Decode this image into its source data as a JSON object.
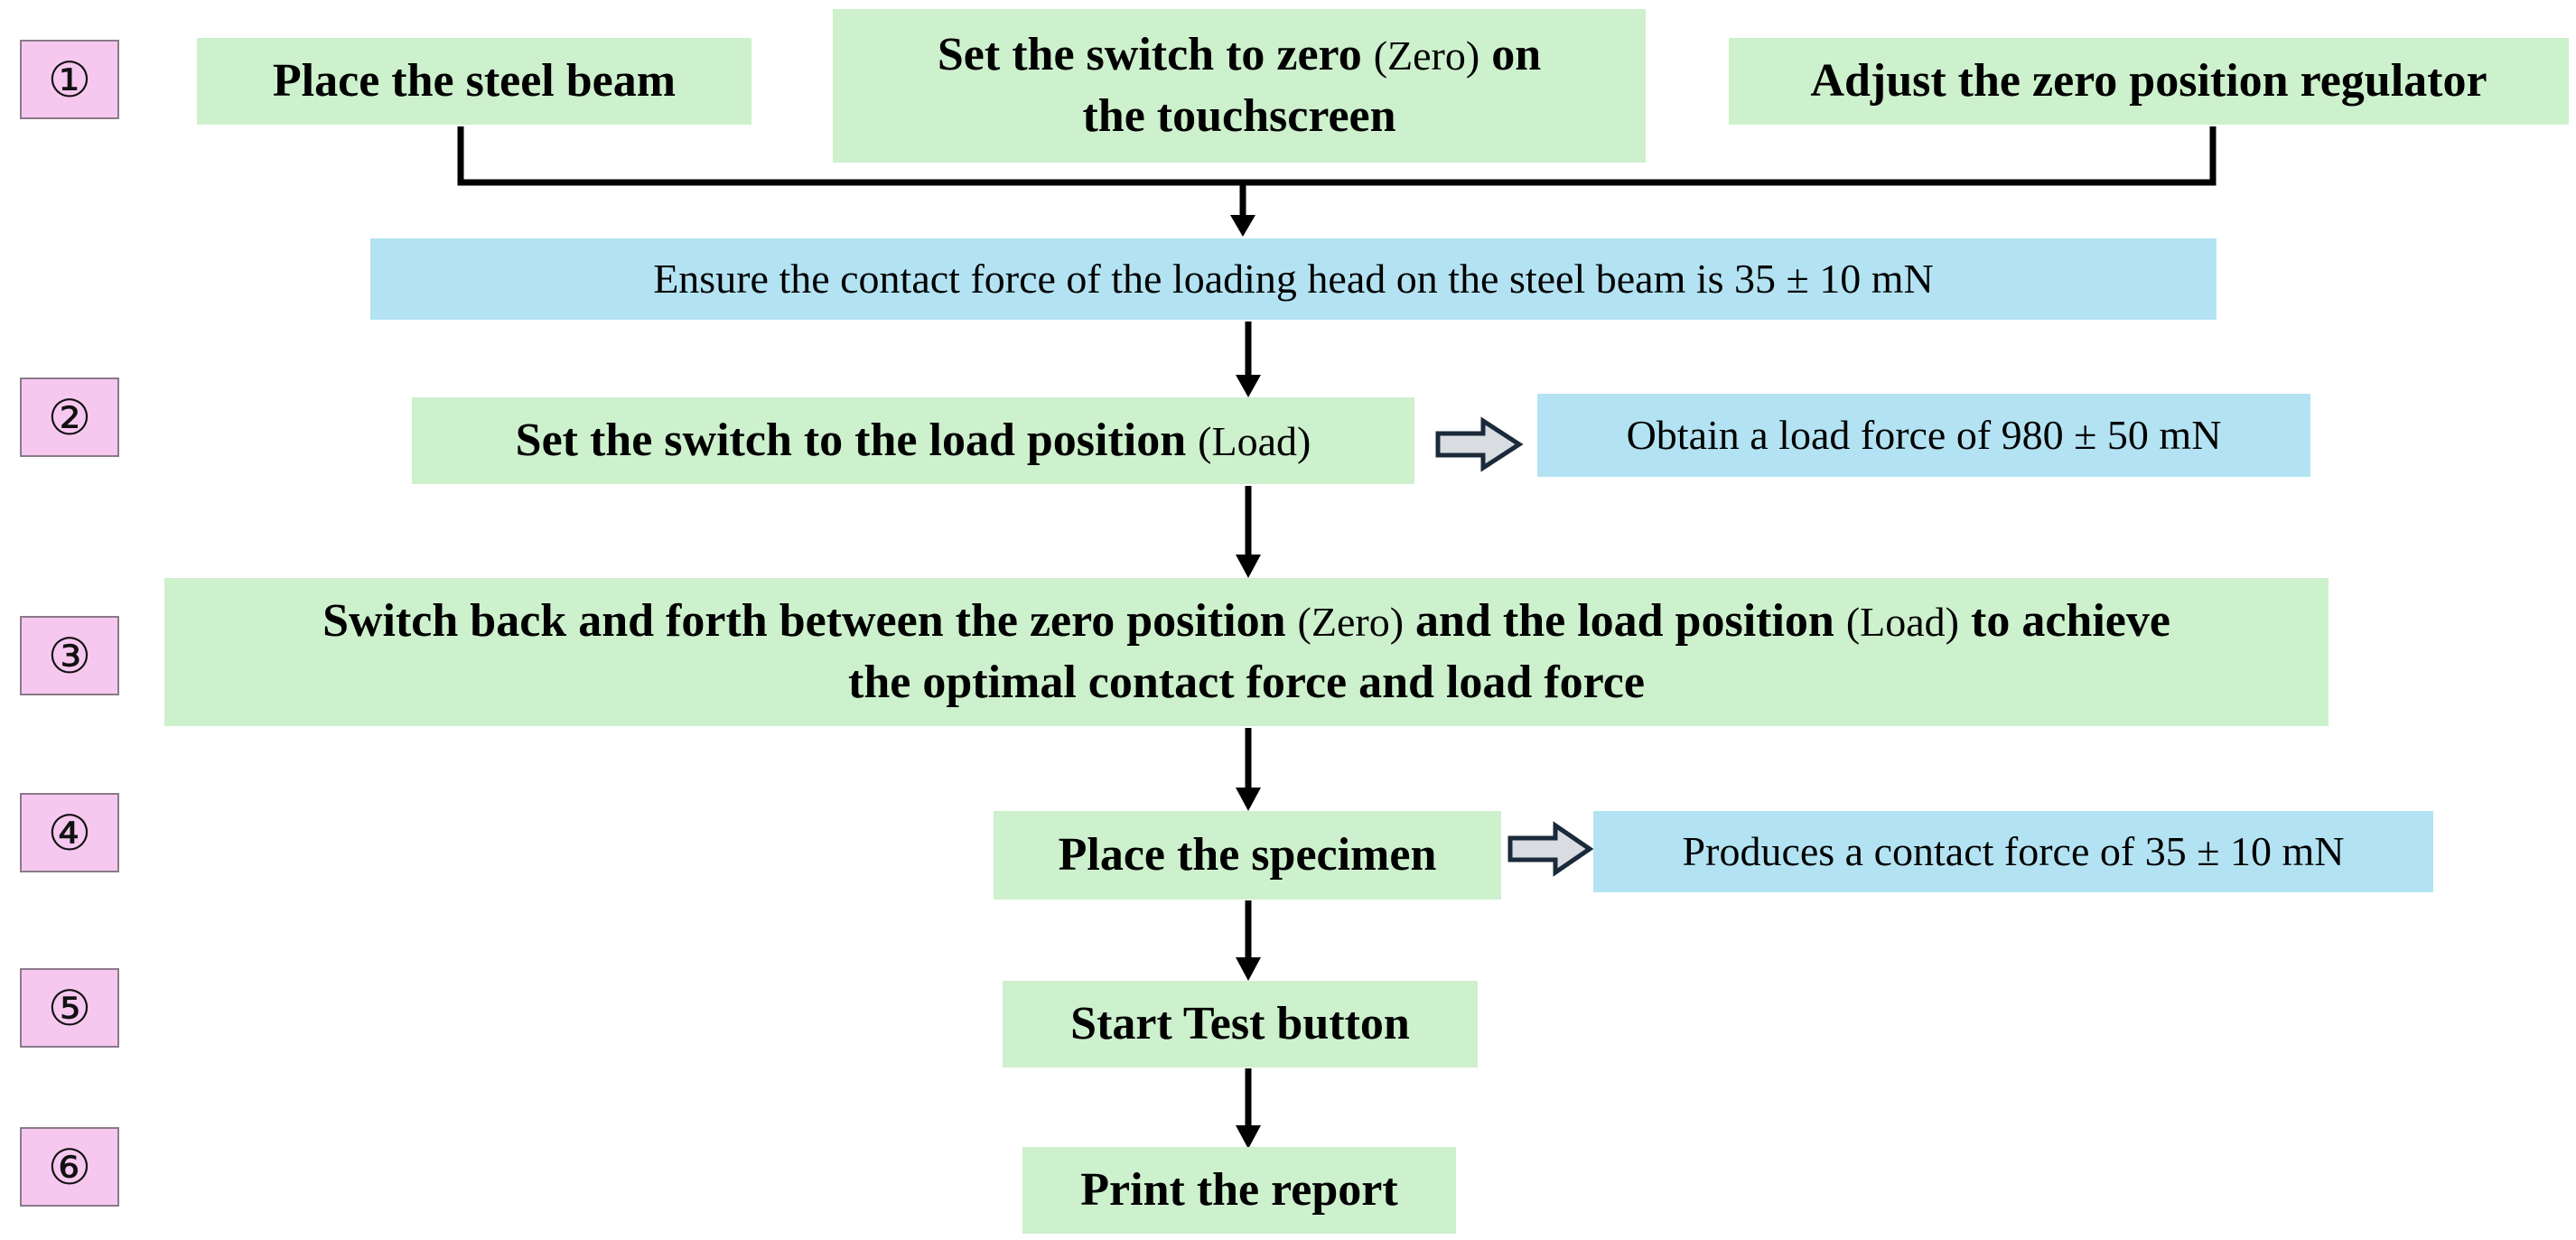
{
  "steps": [
    "①",
    "②",
    "③",
    "④",
    "⑤",
    "⑥"
  ],
  "boxes": {
    "place_steel_beam": "Place the steel beam",
    "set_zero_main": "Set the switch to zero",
    "set_zero_paren": "(Zero)",
    "set_zero_tail": "on",
    "set_zero_line2": "the touchscreen",
    "adjust_zero": "Adjust the zero position regulator",
    "ensure_contact": "Ensure the contact force of the loading head on the steel beam is 35 ± 10 mN",
    "set_load_main": "Set the switch to the load position",
    "set_load_paren": "(Load)",
    "obtain_load": "Obtain a load force of 980 ± 50 mN",
    "switch_a": "Switch back and forth between the zero position",
    "switch_paren1": "(Zero)",
    "switch_b": "and the load position",
    "switch_paren2": "(Load)",
    "switch_c": "to achieve",
    "switch_line2": "the optimal contact force and load force",
    "place_specimen": "Place the specimen",
    "produces_contact": "Produces a contact force of 35 ± 10 mN",
    "start_test": "Start Test button",
    "print_report": "Print the report"
  },
  "colors": {
    "action_box": "#cdf0cd",
    "result_box": "#b3e3f3",
    "step_marker": "#f7c8ef",
    "arrow": "#000000",
    "side_arrow_fill": "#d9dde2"
  }
}
